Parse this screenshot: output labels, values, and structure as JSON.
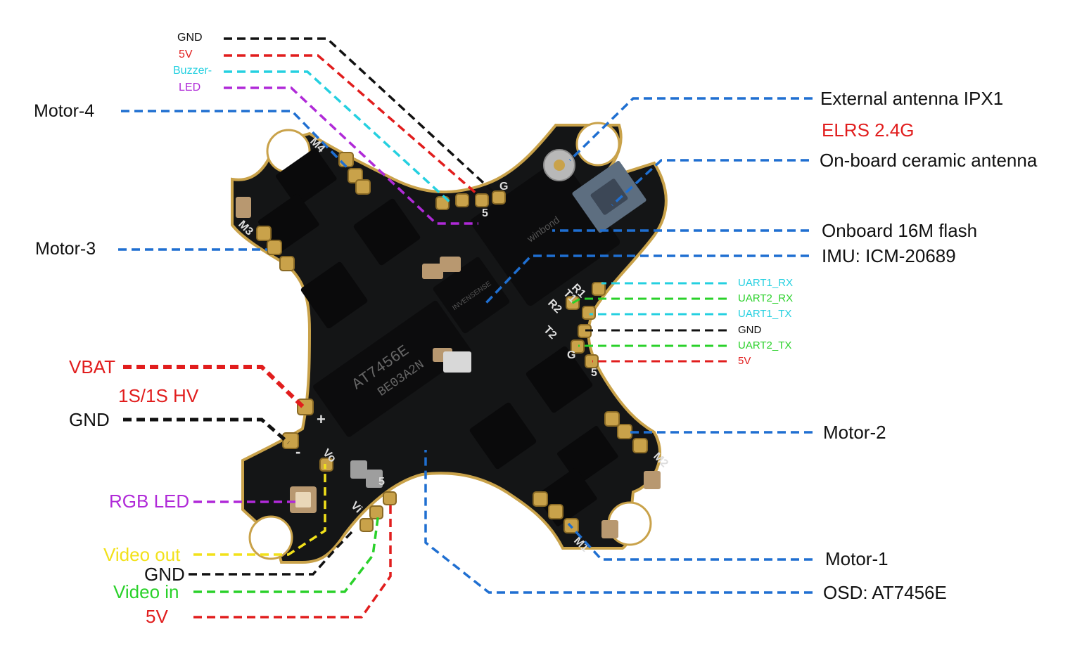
{
  "colors": {
    "blue": "#1f6fd1",
    "black": "#111111",
    "red": "#e11d1d",
    "cyan": "#25d0e0",
    "purple": "#b02ad8",
    "green": "#2ad12a",
    "yellow": "#f2e11a",
    "board": "#141516",
    "gold": "#c9a24a"
  },
  "left_labels": {
    "top_gnd": "GND",
    "top_5v": "5V",
    "buzzer": "Buzzer-",
    "led": "LED",
    "motor4": "Motor-4",
    "motor3": "Motor-3",
    "vbat": "VBAT",
    "vbat_sub": "1S/1S HV",
    "gnd_batt": "GND",
    "rgb_led": "RGB  LED",
    "video_out": "Video out",
    "gnd_video": "GND",
    "video_in": "Video in",
    "v5_video": "5V"
  },
  "right_labels": {
    "ext_antenna": "External antenna IPX1",
    "elrs": "ELRS 2.4G",
    "ceramic_antenna": "On-board ceramic antenna",
    "flash": "Onboard 16M flash",
    "imu": "IMU: ICM-20689",
    "uart1_rx": "UART1_RX",
    "uart2_rx": "UART2_RX",
    "uart1_tx": "UART1_TX",
    "gnd": "GND",
    "uart2_tx": "UART2_TX",
    "v5": "5V",
    "motor2": "Motor-2",
    "motor1": "Motor-1",
    "osd": "OSD: AT7456E"
  },
  "board_text": {
    "m1": "M1",
    "m2": "M2",
    "m3": "M3",
    "m4": "M4",
    "osd_chip": "AT7456E",
    "osd_code": "BE03A2N",
    "imu_chip": "INVENSENSE",
    "flash_chip": "winbond",
    "pad_g": "G",
    "pad_5": "5",
    "pad_r1": "R1",
    "pad_t1": "T1",
    "pad_r2": "R2",
    "pad_t2": "T2",
    "pad_plus": "+",
    "pad_minus": "-",
    "pad_vo": "Vo",
    "pad_vi": "Vi",
    "pad_5v": "5"
  }
}
